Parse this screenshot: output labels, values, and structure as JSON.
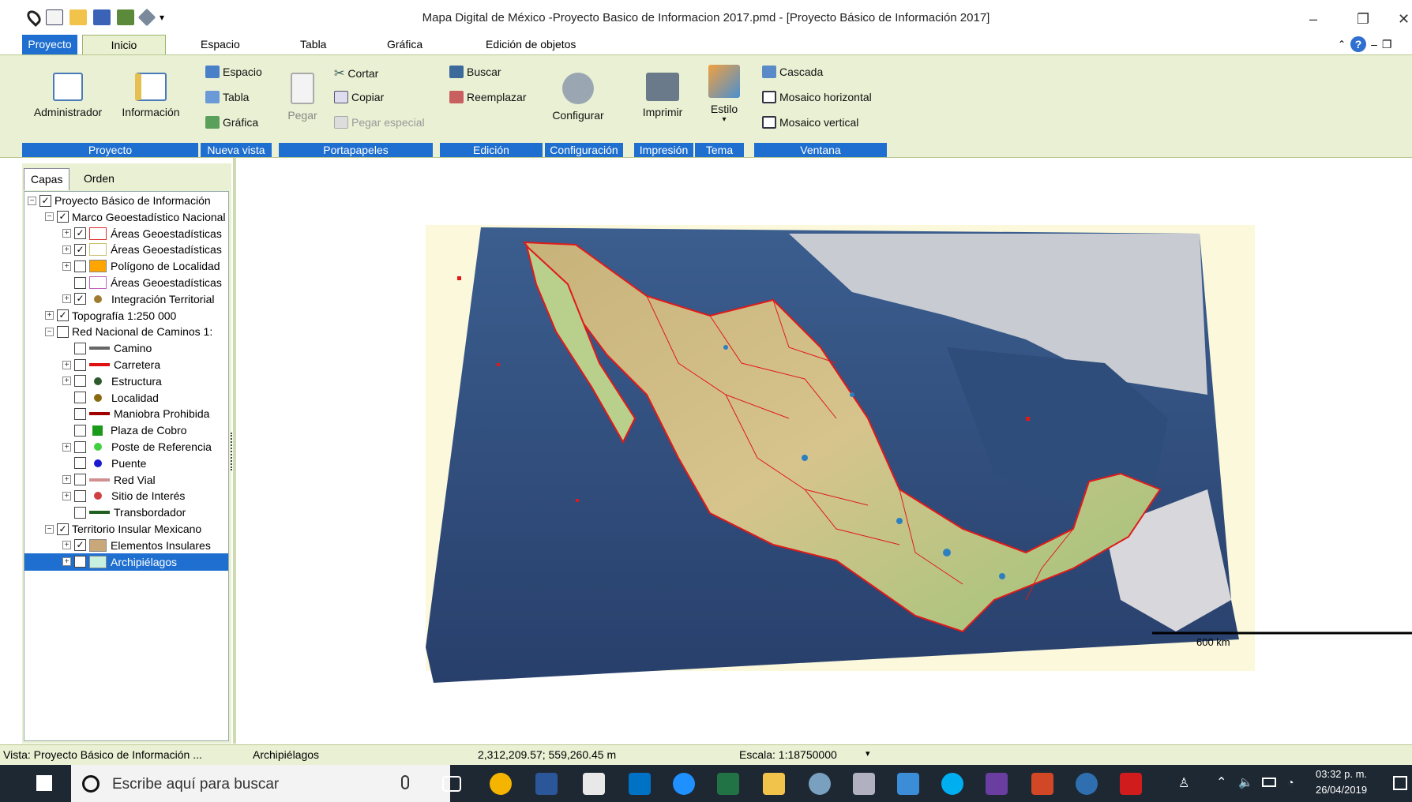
{
  "window": {
    "title": "Mapa Digital de México -Proyecto Basico de Informacion 2017.pmd - [Proyecto Básico de Información 2017]",
    "controls": {
      "minimize": "–",
      "restore": "❐",
      "close": "✕"
    }
  },
  "menu_tabs": {
    "proyecto": "Proyecto",
    "inicio": "Inicio",
    "espacio": "Espacio",
    "tabla": "Tabla",
    "grafica": "Gráfica",
    "edicion": "Edición de objetos"
  },
  "ribbon": {
    "administrador": "Administrador",
    "informacion": "Información",
    "espacio": "Espacio",
    "tabla": "Tabla",
    "grafica": "Gráfica",
    "pegar": "Pegar",
    "cortar": "Cortar",
    "copiar": "Copiar",
    "pegar_especial": "Pegar especial",
    "buscar": "Buscar",
    "reemplazar": "Reemplazar",
    "configurar": "Configurar",
    "imprimir": "Imprimir",
    "estilo": "Estilo",
    "cascada": "Cascada",
    "mosaico_h": "Mosaico horizontal",
    "mosaico_v": "Mosaico vertical",
    "groups": {
      "proyecto": "Proyecto",
      "nueva_vista": "Nueva vista",
      "portapapeles": "Portapapeles",
      "edicion": "Edición",
      "configuracion": "Configuración",
      "impresion": "Impresión",
      "tema": "Tema",
      "ventana": "Ventana"
    }
  },
  "panel_tabs": {
    "capas": "Capas",
    "orden": "Orden"
  },
  "tree": [
    {
      "label": "Proyecto Básico de Información",
      "checked": true,
      "expander": "-",
      "indent": 0,
      "sym": "none",
      "color": ""
    },
    {
      "label": "Marco Geoestadístico Nacional",
      "checked": true,
      "expander": "-",
      "indent": 1,
      "sym": "none",
      "color": ""
    },
    {
      "label": "Áreas Geoestadísticas",
      "checked": true,
      "expander": "+",
      "indent": 2,
      "sym": "box",
      "color": "#e03030"
    },
    {
      "label": "Áreas Geoestadísticas",
      "checked": true,
      "expander": "+",
      "indent": 2,
      "sym": "box",
      "color": "#c8c070"
    },
    {
      "label": "Polígono de Localidad",
      "checked": false,
      "expander": "+",
      "indent": 2,
      "sym": "fill",
      "color": "#ffa500"
    },
    {
      "label": "Áreas Geoestadísticas",
      "checked": false,
      "expander": "",
      "indent": 2,
      "sym": "box",
      "color": "#c060c0"
    },
    {
      "label": "Integración Territorial",
      "checked": true,
      "expander": "+",
      "indent": 2,
      "sym": "dot",
      "color": "#a07a30"
    },
    {
      "label": "Topografía 1:250 000",
      "checked": true,
      "expander": "+",
      "indent": 1,
      "sym": "none",
      "color": ""
    },
    {
      "label": "Red Nacional de Caminos 1:",
      "checked": false,
      "expander": "-",
      "indent": 1,
      "sym": "none",
      "color": ""
    },
    {
      "label": "Camino",
      "checked": false,
      "expander": "",
      "indent": 2,
      "sym": "line",
      "color": "#666666"
    },
    {
      "label": "Carretera",
      "checked": false,
      "expander": "+",
      "indent": 2,
      "sym": "line",
      "color": "#e01010"
    },
    {
      "label": "Estructura",
      "checked": false,
      "expander": "+",
      "indent": 2,
      "sym": "dot",
      "color": "#2e5a2e"
    },
    {
      "label": "Localidad",
      "checked": false,
      "expander": "",
      "indent": 2,
      "sym": "dot",
      "color": "#8a6a10"
    },
    {
      "label": "Maniobra Prohibida",
      "checked": false,
      "expander": "",
      "indent": 2,
      "sym": "line",
      "color": "#a00000"
    },
    {
      "label": "Plaza de Cobro",
      "checked": false,
      "expander": "",
      "indent": 2,
      "sym": "sq",
      "color": "#1a9a1a"
    },
    {
      "label": "Poste de Referencia",
      "checked": false,
      "expander": "+",
      "indent": 2,
      "sym": "dot",
      "color": "#40d040"
    },
    {
      "label": "Puente",
      "checked": false,
      "expander": "",
      "indent": 2,
      "sym": "dot",
      "color": "#1a1ad0"
    },
    {
      "label": "Red Vial",
      "checked": false,
      "expander": "+",
      "indent": 2,
      "sym": "line",
      "color": "#d09090"
    },
    {
      "label": "Sitio de Interés",
      "checked": false,
      "expander": "+",
      "indent": 2,
      "sym": "dot",
      "color": "#d04040"
    },
    {
      "label": "Transbordador",
      "checked": false,
      "expander": "",
      "indent": 2,
      "sym": "line",
      "color": "#206020"
    },
    {
      "label": "Territorio Insular Mexicano",
      "checked": true,
      "expander": "-",
      "indent": 1,
      "sym": "none",
      "color": ""
    },
    {
      "label": "Elementos Insulares",
      "checked": true,
      "expander": "+",
      "indent": 2,
      "sym": "fill",
      "color": "#c8a878"
    },
    {
      "label": "Archipiélagos",
      "checked": true,
      "expander": "+",
      "indent": 2,
      "sym": "fill",
      "color": "#c8f0e0",
      "selected": true
    }
  ],
  "map": {
    "scalebar": "600 km"
  },
  "status": {
    "vista": "Vista: Proyecto Básico de Información ...",
    "layer": "Archipiélagos",
    "coords": "2,312,209.57; 559,260.45 m",
    "escala": "Escala: 1:18750000"
  },
  "taskbar": {
    "search_placeholder": "Escribe aquí para buscar",
    "time": "03:32 p. m.",
    "date": "26/04/2019"
  }
}
